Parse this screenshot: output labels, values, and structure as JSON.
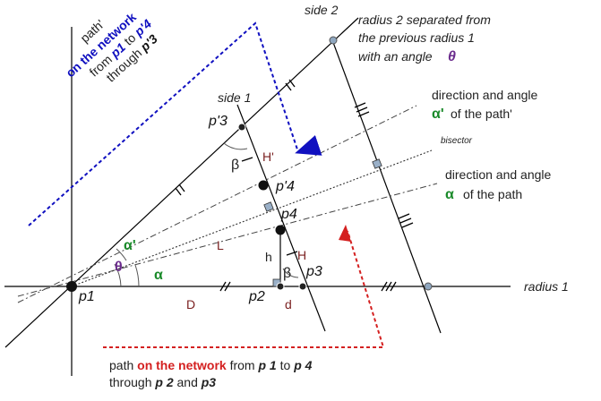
{
  "labels": {
    "side1": "side 1",
    "side2": "side 2",
    "radius1": "radius 1",
    "radius2_line1": "radius 2 separated from",
    "radius2_line2": "the previous radius 1",
    "radius2_line3": "with an angle",
    "theta": "θ",
    "bisector": "bisector",
    "dir_prime_line1": "direction and angle",
    "alpha_prime": "α'",
    "dir_prime_line2": "of the path'",
    "dir_line1": "direction and angle",
    "alpha": "α",
    "dir_line2": "of the path",
    "p1": "p1",
    "p2": "p2",
    "p3": "p3",
    "p4": "p4",
    "p3p": "p'3",
    "p4p": "p'4",
    "D": "D",
    "d": "d",
    "h": "h",
    "H": "H",
    "Hp": "H'",
    "L": "L",
    "beta": "β",
    "path_prime_1": "path'",
    "path_prime_2": "on the network",
    "path_prime_3a": "from ",
    "path_prime_3b": "p1",
    "path_prime_3c": " to ",
    "path_prime_3d": "p'4",
    "path_prime_4a": "through ",
    "path_prime_4b": "p'3",
    "path_line1a": "path ",
    "path_line1b": "on the network",
    "path_line1c": " from ",
    "path_line1d": "p 1",
    "path_line1e": " to ",
    "path_line1f": "p 4",
    "path_line2a": "through ",
    "path_line2b": "p 2",
    "path_line2c": " and ",
    "path_line2d": "p3"
  },
  "colors": {
    "blue": "#1010c0",
    "red": "#d42020",
    "green": "#1a8a2a",
    "purple": "#6a2b8c",
    "brown": "#7a1f1f",
    "marker_fill": "#9ab0c8"
  }
}
